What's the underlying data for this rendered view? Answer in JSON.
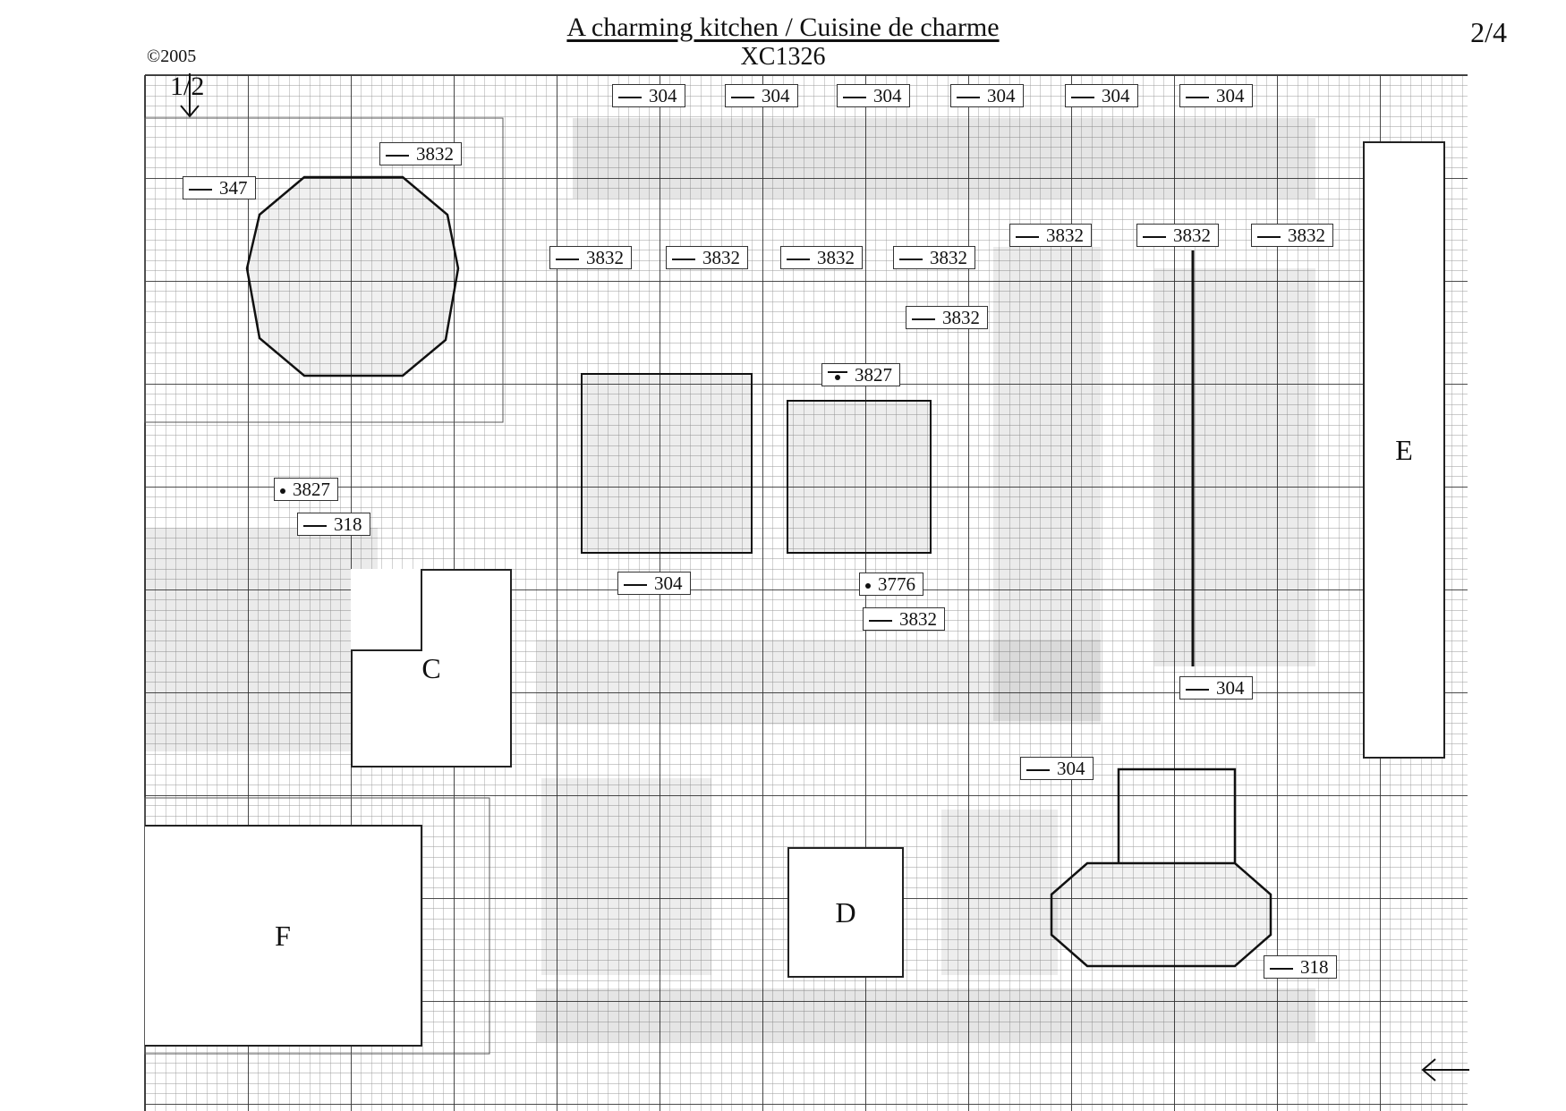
{
  "header": {
    "title": "A charming kitchen / Cuisine de charme",
    "code": "XC1326",
    "page": "2/4",
    "copyright": "©2005",
    "center_mark": "1/2"
  },
  "color_keys": [
    {
      "label": "304",
      "marker": "dash"
    },
    {
      "label": "304",
      "marker": "dash"
    },
    {
      "label": "304",
      "marker": "dash"
    },
    {
      "label": "304",
      "marker": "dash"
    },
    {
      "label": "304",
      "marker": "dash"
    },
    {
      "label": "304",
      "marker": "dash"
    },
    {
      "label": "3832",
      "marker": "dash"
    },
    {
      "label": "347",
      "marker": "dash"
    },
    {
      "label": "3832",
      "marker": "dash"
    },
    {
      "label": "3832",
      "marker": "dash"
    },
    {
      "label": "3832",
      "marker": "dash"
    },
    {
      "label": "3832",
      "marker": "dash"
    },
    {
      "label": "3832",
      "marker": "dash"
    },
    {
      "label": "3832",
      "marker": "dash"
    },
    {
      "label": "3832",
      "marker": "dash"
    },
    {
      "label": "3832",
      "marker": "dash"
    },
    {
      "label": "3827",
      "marker": "line-dot"
    },
    {
      "label": "3827",
      "marker": "dot"
    },
    {
      "label": "318",
      "marker": "dash"
    },
    {
      "label": "304",
      "marker": "dash"
    },
    {
      "label": "3776",
      "marker": "dot"
    },
    {
      "label": "3832",
      "marker": "dash"
    },
    {
      "label": "304",
      "marker": "dash"
    },
    {
      "label": "304",
      "marker": "dash"
    },
    {
      "label": "318",
      "marker": "dash"
    }
  ],
  "sections": [
    "C",
    "D",
    "E",
    "F"
  ],
  "colors": {
    "grid": "#9a9a9a",
    "grid_bold": "#333333",
    "symbol": "#111111",
    "paper": "#ffffff"
  }
}
